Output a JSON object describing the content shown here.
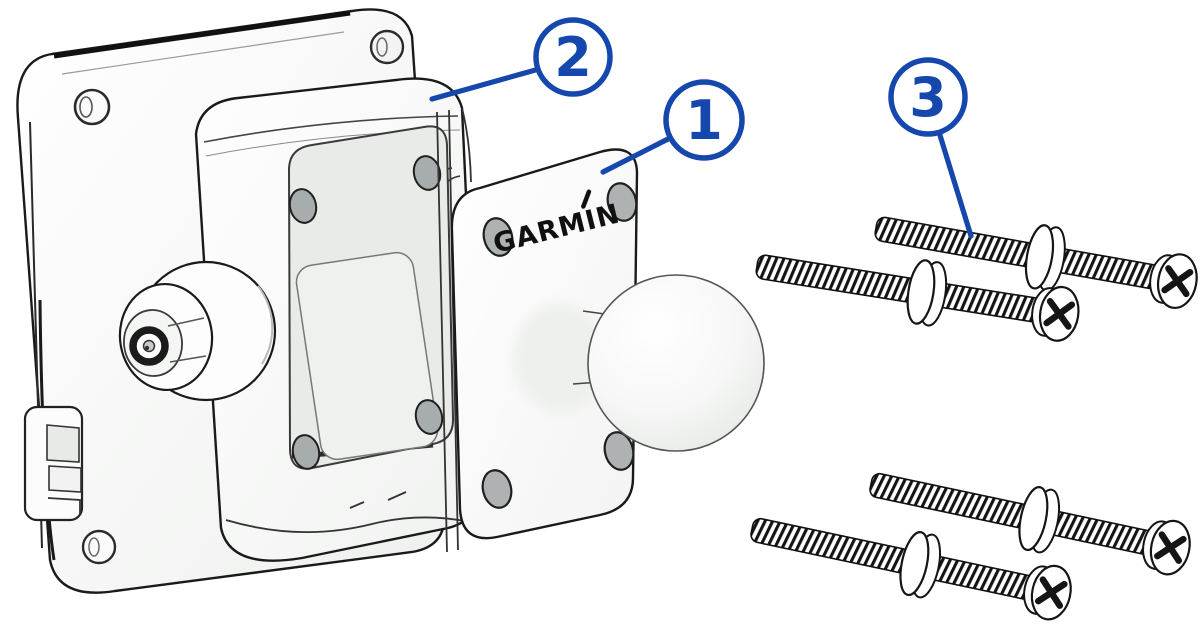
{
  "diagram": {
    "brand_label": "GARMIN",
    "callout_color": "#1547ad",
    "outline_color": "#1a1a1a",
    "background_color": "#ffffff",
    "callouts": [
      {
        "number": "1"
      },
      {
        "number": "2"
      },
      {
        "number": "3"
      }
    ]
  }
}
